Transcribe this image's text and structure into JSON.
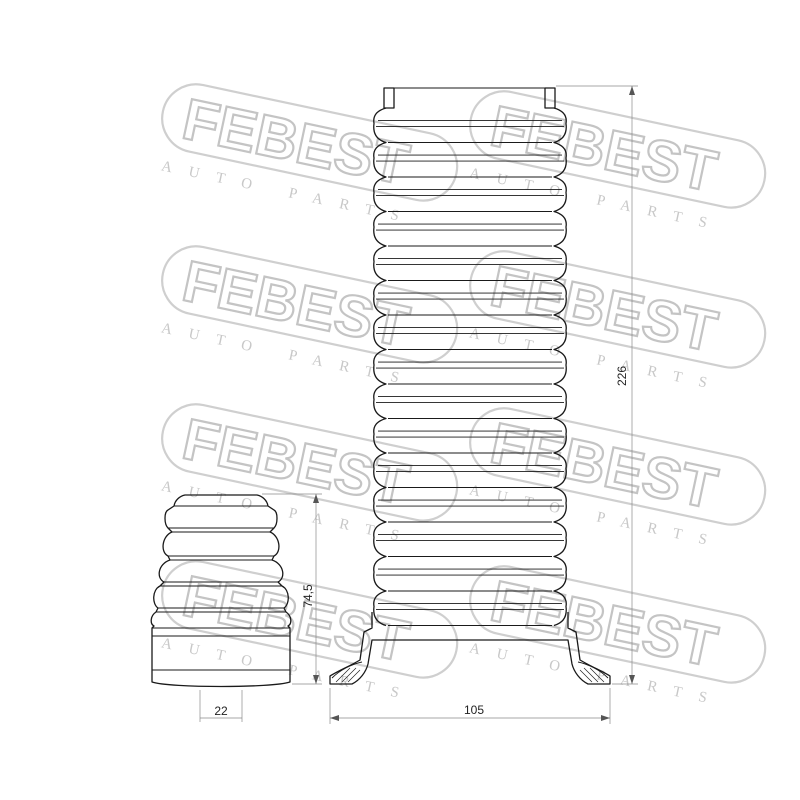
{
  "watermark": {
    "brand": "FEBEST",
    "subtitle": "AUTO PARTS"
  },
  "bump_stop": {
    "height_label": "74,5",
    "diameter_label": "22"
  },
  "dust_boot": {
    "height_label": "226",
    "width_label": "105"
  }
}
